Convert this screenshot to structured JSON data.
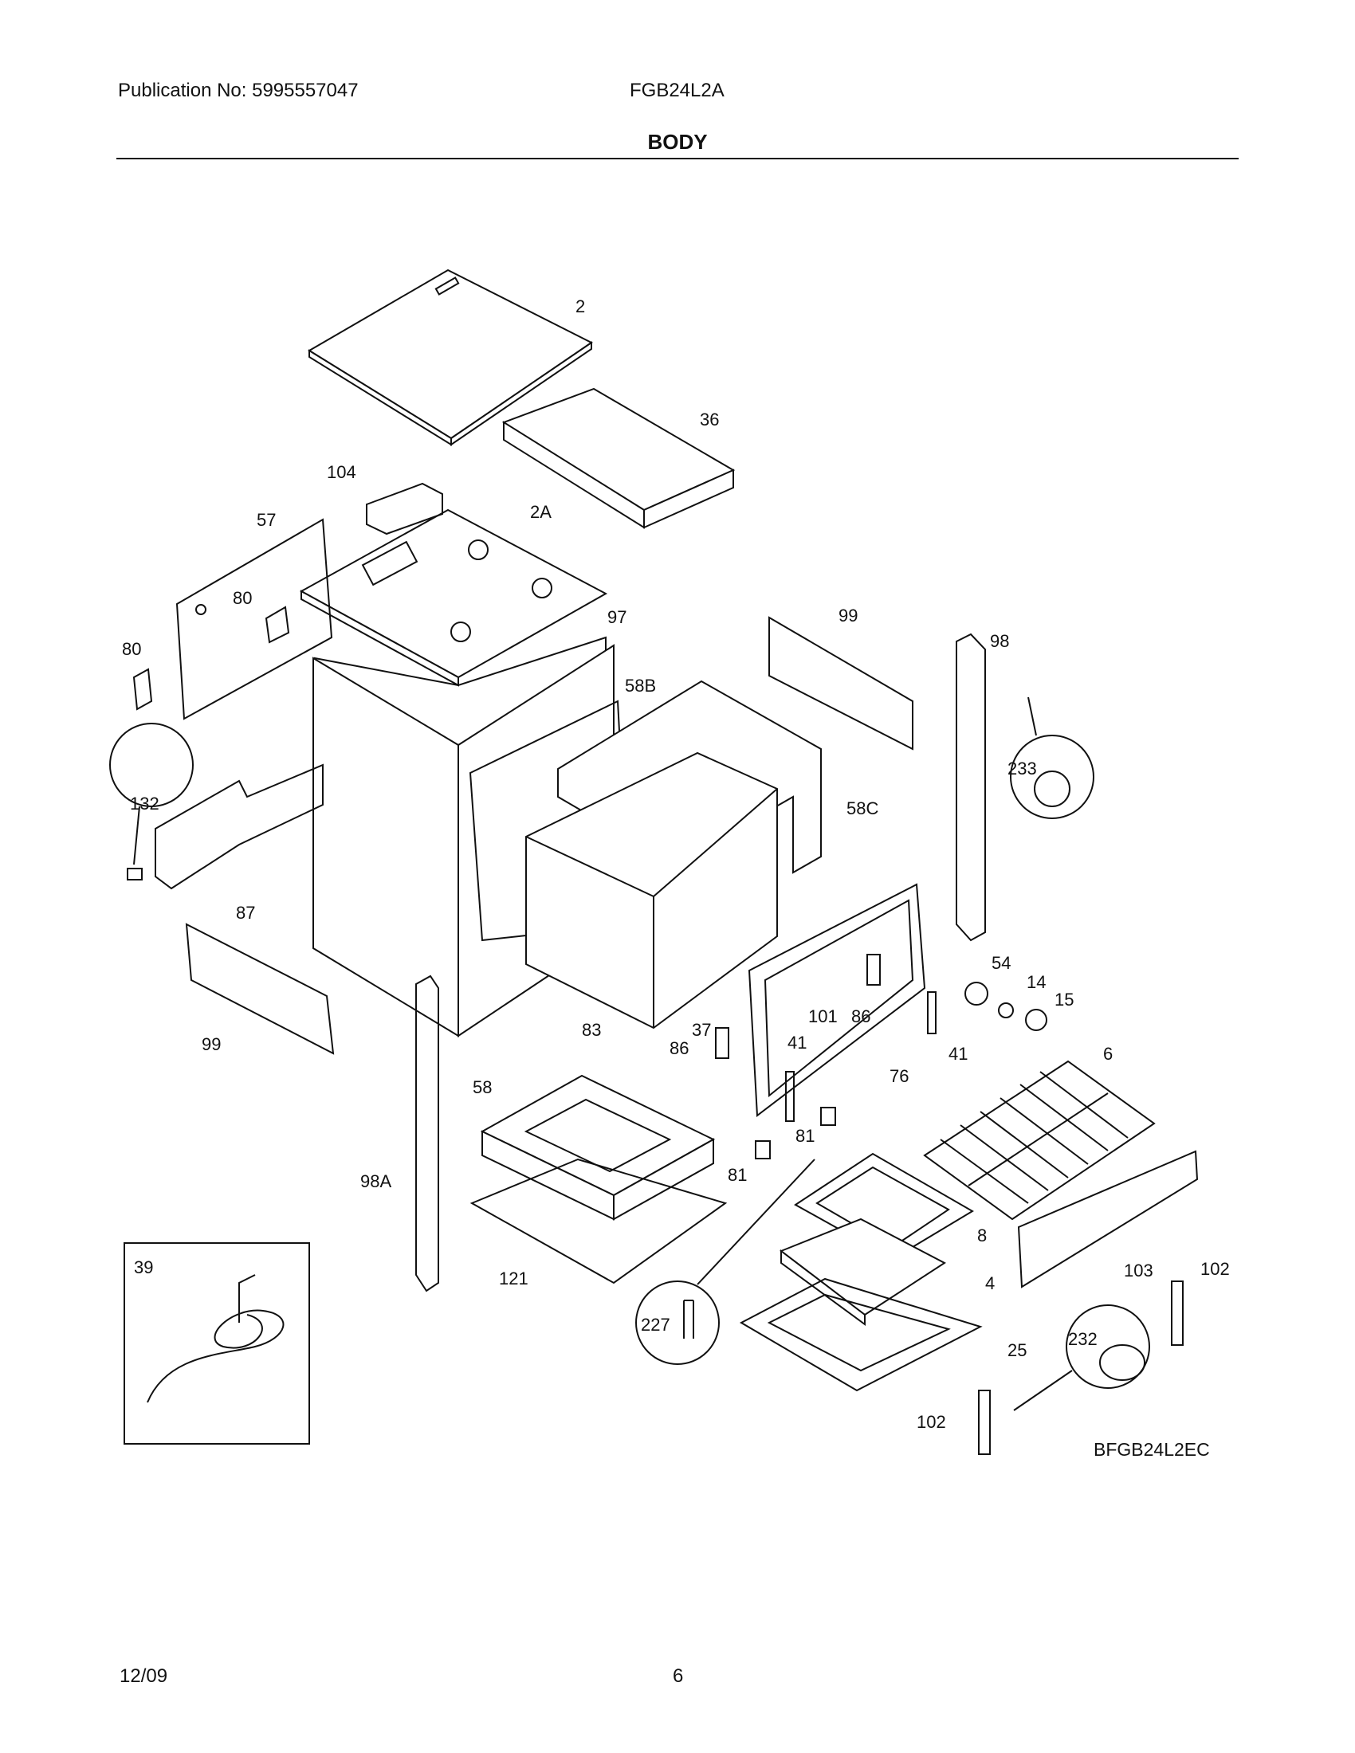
{
  "header": {
    "publication": "Publication No: 5995557047",
    "model": "FGB24L2A",
    "section_title": "BODY"
  },
  "diagram": {
    "part_labels": [
      "2",
      "36",
      "104",
      "2A",
      "57",
      "80",
      "80",
      "97",
      "99",
      "98",
      "58B",
      "132",
      "233",
      "58C",
      "87",
      "99",
      "54",
      "14",
      "15",
      "83",
      "37",
      "101",
      "86",
      "86",
      "41",
      "41",
      "76",
      "6",
      "58",
      "81",
      "81",
      "98A",
      "8",
      "39",
      "121",
      "4",
      "103",
      "102",
      "227",
      "232",
      "25",
      "102"
    ],
    "illustration_code": "BFGB24L2EC"
  },
  "footer": {
    "date": "12/09",
    "page_number": "6"
  }
}
